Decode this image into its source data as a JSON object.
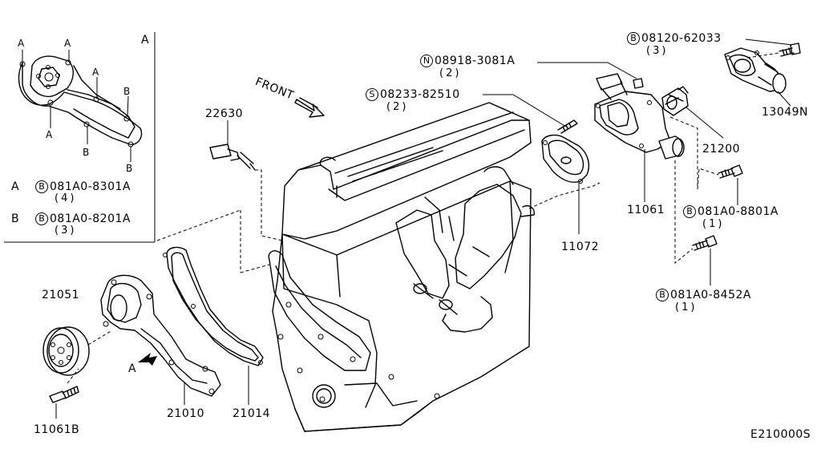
{
  "diagram_code": "E210000S",
  "inset": {
    "title": "A",
    "point_labels": [
      "A",
      "A",
      "A",
      "A",
      "B",
      "B",
      "B"
    ],
    "legend": [
      {
        "key": "A",
        "symbol": "B",
        "part": "081A0-8301A",
        "qty": "(4)"
      },
      {
        "key": "B",
        "symbol": "B",
        "part": "081A0-8201A",
        "qty": "(3)"
      }
    ]
  },
  "front_label": "FRONT",
  "view_arrow_label": "A",
  "parts": {
    "p22630": "22630",
    "p21051": "21051",
    "p11061B": "11061B",
    "p21010": "21010",
    "p21014": "21014",
    "p11072": "11072",
    "p11061": "11061",
    "p21200": "21200",
    "p13049N": "13049N"
  },
  "fasteners": {
    "f08120": {
      "symbol": "B",
      "part": "08120-62033",
      "qty": "(3)"
    },
    "f08918": {
      "symbol": "N",
      "part": "08918-3081A",
      "qty": "(2)"
    },
    "f08233": {
      "symbol": "S",
      "part": "08233-82510",
      "qty": "(2)"
    },
    "f8801": {
      "symbol": "B",
      "part": "081A0-8801A",
      "qty": "(1)"
    },
    "f8452": {
      "symbol": "B",
      "part": "081A0-8452A",
      "qty": "(1)"
    }
  }
}
